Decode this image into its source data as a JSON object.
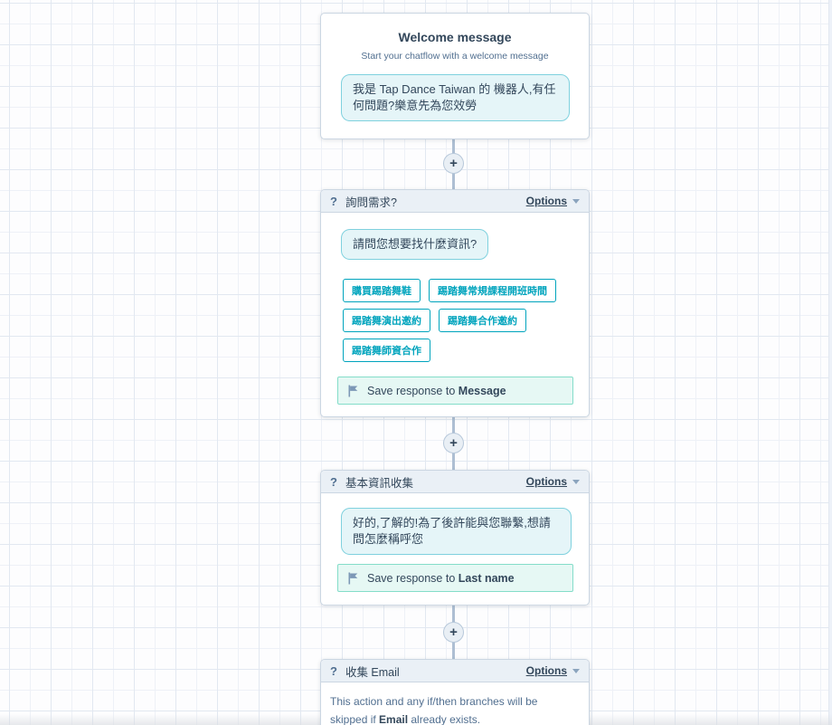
{
  "connectors": {
    "plus_label": "+"
  },
  "node_welcome": {
    "title": "Welcome message",
    "subtitle": "Start your chatflow with a welcome message",
    "bubble": "我是 Tap Dance Taiwan 的 機器人,有任何問題?樂意先為您效勞"
  },
  "node_ask": {
    "icon": "?",
    "title": "詢問需求?",
    "options_label": "Options",
    "bubble": "請問您想要找什麼資訊?",
    "quick_replies": [
      "購買踢踏舞鞋",
      "踢踏舞常規課程開班時間",
      "踢踏舞演出邀約",
      "踢踏舞合作邀約",
      "踢踏舞師資合作"
    ],
    "save_prefix": "Save response to",
    "save_field": "Message"
  },
  "node_basic": {
    "icon": "?",
    "title": "基本資訊收集",
    "options_label": "Options",
    "bubble": "好的,了解的!為了後許能與您聯繫,想請問怎麼稱呼您",
    "save_prefix": "Save response to",
    "save_field": "Last name"
  },
  "node_email": {
    "icon": "?",
    "title": "收集 Email",
    "options_label": "Options",
    "body_prefix": "This action and any if/then branches will be skipped if ",
    "body_bold": "Email",
    "body_suffix": " already exists."
  },
  "colors": {
    "accent_teal": "#00a4bd",
    "bubble_bg": "#e5f5f8",
    "bubble_border": "#7fd1de",
    "save_bg": "#e6f8f4",
    "save_border": "#84ddc9",
    "header_bg": "#eaf0f6",
    "node_border": "#cbd6e2",
    "text_dark": "#33475b",
    "text_muted": "#516f90",
    "connector": "#aebfd3"
  }
}
